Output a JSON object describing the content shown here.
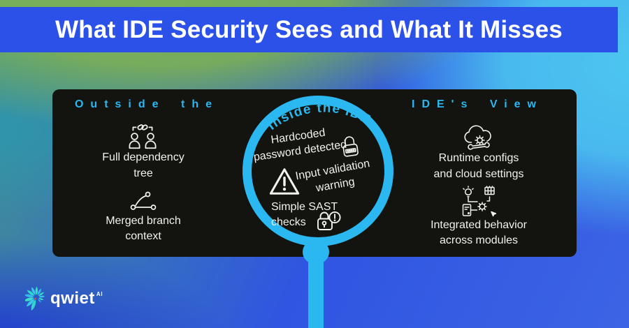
{
  "header": {
    "title": "What IDE Security Sees and What It Misses"
  },
  "panel": {
    "left_heading": "Outside the",
    "right_heading": "IDE's View",
    "left_items": [
      {
        "icon": "dependency-icon",
        "line1": "Full dependency",
        "line2": "tree"
      },
      {
        "icon": "branch-icon",
        "line1": "Merged branch",
        "line2": "context"
      }
    ],
    "right_items": [
      {
        "icon": "cloud-gear-icon",
        "line1": "Runtime configs",
        "line2": "and cloud settings"
      },
      {
        "icon": "modules-icon",
        "line1": "Integrated behavior",
        "line2": "across modules"
      }
    ]
  },
  "magnifier": {
    "label": "Inside the IDE",
    "findings": [
      {
        "icon": "padlock-icon",
        "line1": "Hardcoded",
        "line2": "password detected"
      },
      {
        "icon": "warning-triangle-icon",
        "line1": "Input validation",
        "line2": "warning"
      },
      {
        "icon": "lock-alert-icon",
        "line1": "Simple SAST",
        "line2": "checks"
      }
    ]
  },
  "logo": {
    "wordmark": "qwiet",
    "suffix": "AI",
    "icon": "qwiet-spiral-icon"
  },
  "colors": {
    "accent_cyan": "#2bb8f0",
    "banner_blue": "#2b51e8",
    "panel_black": "#131310",
    "text_white": "#f2f1ec",
    "bg_green": "#7bb056",
    "bg_cyan": "#4cc6f0",
    "bg_deep_blue": "#1c2fd8",
    "bg_blue": "#3c64e4"
  }
}
